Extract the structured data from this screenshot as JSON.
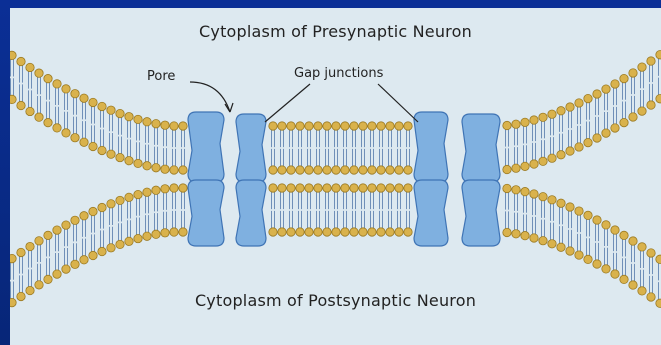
{
  "headings": {
    "presynaptic": "Cytoplasm of Presynaptic Neuron",
    "postsynaptic": "Cytoplasm of Postsynaptic Neuron"
  },
  "labels": {
    "pore": "Pore",
    "gap_junctions": "Gap junctions"
  },
  "colors": {
    "slide_border": "#0b2f96",
    "panel_background": "#dde9f0",
    "lipid_head": "#d9b24c",
    "lipid_head_outline": "#9b7a22",
    "lipid_tail": "#6f8fb8",
    "connexon_fill": "#7fb0e0",
    "connexon_outline": "#3f74b5"
  }
}
